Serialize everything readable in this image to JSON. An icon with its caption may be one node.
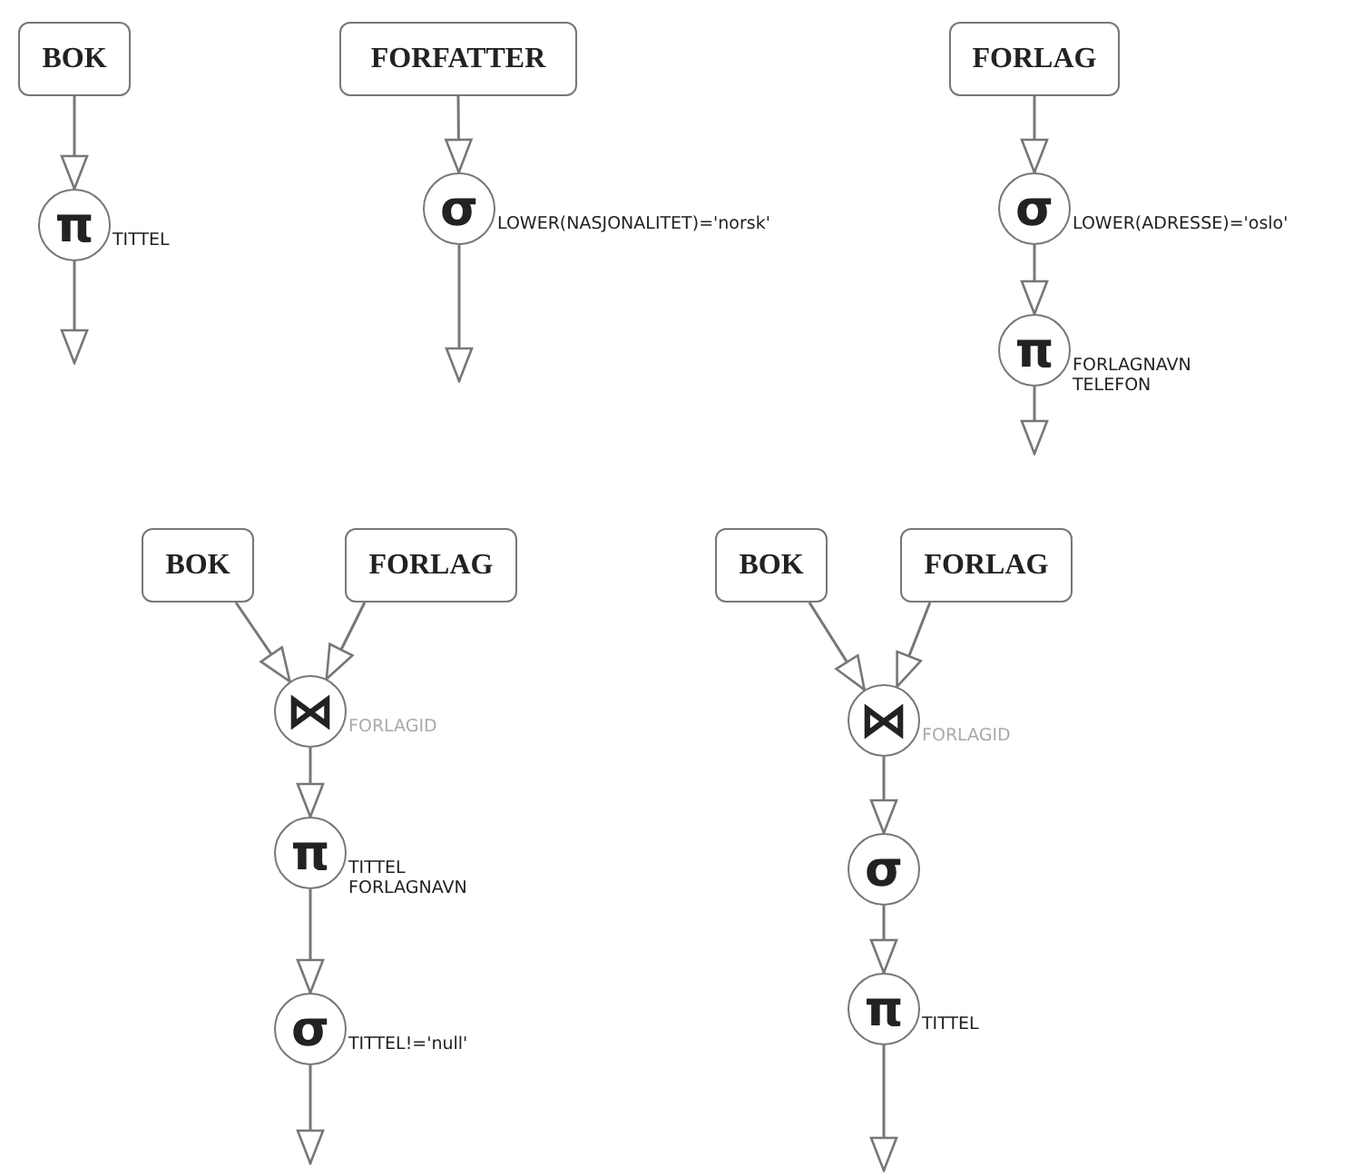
{
  "diagram": {
    "nodes": [
      {
        "text": [
          "BOK"
        ]
      },
      {
        "text": [
          "π"
        ],
        "beside": [
          "TITTEL"
        ]
      },
      {
        "text": [
          "FORFATTER"
        ]
      },
      {
        "text": [
          "σ"
        ],
        "beside": [
          "LOWER(NASJONALITET)='norsk'"
        ]
      },
      {
        "text": [
          "FORLAG"
        ]
      },
      {
        "text": [
          "σ"
        ],
        "beside": [
          "LOWER(ADRESSE)='oslo'"
        ]
      },
      {
        "text": [
          "π"
        ],
        "beside": [
          "FORLAGNAVN TELEFON"
        ]
      },
      {
        "text": [
          "BOK"
        ]
      },
      {
        "text": [
          "FORLAG"
        ]
      },
      {
        "text": [
          "⋈"
        ],
        "beside": [
          "FORLAGID"
        ]
      },
      {
        "text": [
          "π"
        ],
        "beside": [
          "TITTEL FORLAGNAVN"
        ]
      },
      {
        "text": [
          "σ"
        ],
        "beside": [
          "TITTEL!='null'"
        ]
      },
      {
        "text": [
          "BOK"
        ]
      },
      {
        "text": [
          "FORLAG"
        ]
      },
      {
        "text": [
          "⋈"
        ],
        "beside": [
          "FORLAGID"
        ]
      },
      {
        "text": [
          "σ"
        ]
      },
      {
        "text": [
          "π"
        ],
        "beside": [
          "TITTEL"
        ]
      }
    ],
    "edges": [
      {
        "from": 0,
        "to": 1,
        "arrow": "to"
      },
      {
        "from": 1,
        "to": null,
        "arrow": "to"
      },
      {
        "from": 2,
        "to": 3,
        "arrow": "to"
      },
      {
        "from": 3,
        "to": null,
        "arrow": "to"
      },
      {
        "from": 4,
        "to": 5,
        "arrow": "to"
      },
      {
        "from": 5,
        "to": 6,
        "arrow": "to"
      },
      {
        "from": 6,
        "to": null,
        "arrow": "to"
      },
      {
        "from": 7,
        "to": 9,
        "arrow": "to"
      },
      {
        "from": 8,
        "to": 9,
        "arrow": "to"
      },
      {
        "from": 9,
        "to": 10,
        "arrow": "to"
      },
      {
        "from": 10,
        "to": 11,
        "arrow": "to"
      },
      {
        "from": 11,
        "to": null,
        "arrow": "to"
      },
      {
        "from": 12,
        "to": 14,
        "arrow": "to"
      },
      {
        "from": 13,
        "to": 14,
        "arrow": "to"
      },
      {
        "from": 14,
        "to": 15,
        "arrow": "to"
      },
      {
        "from": 15,
        "to": 16,
        "arrow": "to"
      },
      {
        "from": 16,
        "to": null,
        "arrow": "to"
      }
    ]
  }
}
